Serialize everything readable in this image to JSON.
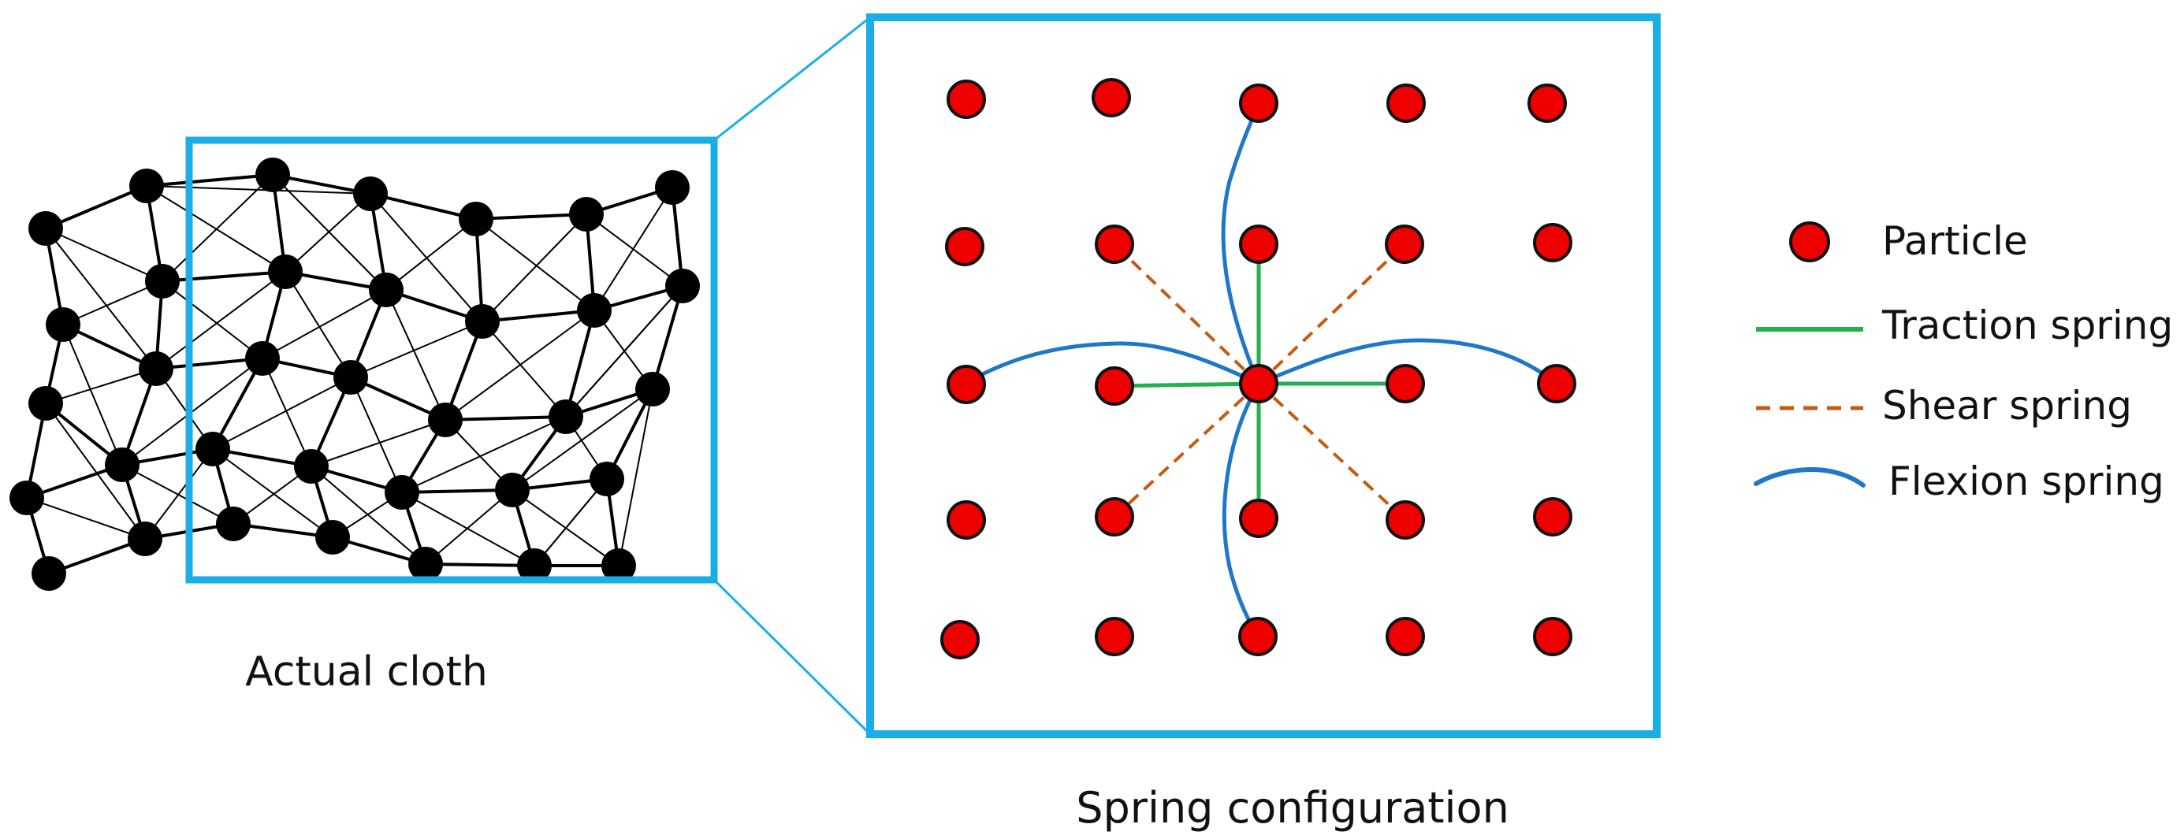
{
  "captions": {
    "left": "Actual cloth",
    "right": "Spring configuration"
  },
  "legend": {
    "particle": "Particle",
    "traction": "Traction spring",
    "shear": "Shear spring",
    "flexion": "Flexion spring"
  },
  "colors": {
    "frame": "#1BAEE6",
    "particle": "#EE0000",
    "node": "#000000",
    "traction": "#22B14C",
    "shear": "#C55A11",
    "flexion": "#1F77C8"
  },
  "icons": {
    "particle": "red-circle",
    "cloth_node": "black-circle"
  }
}
